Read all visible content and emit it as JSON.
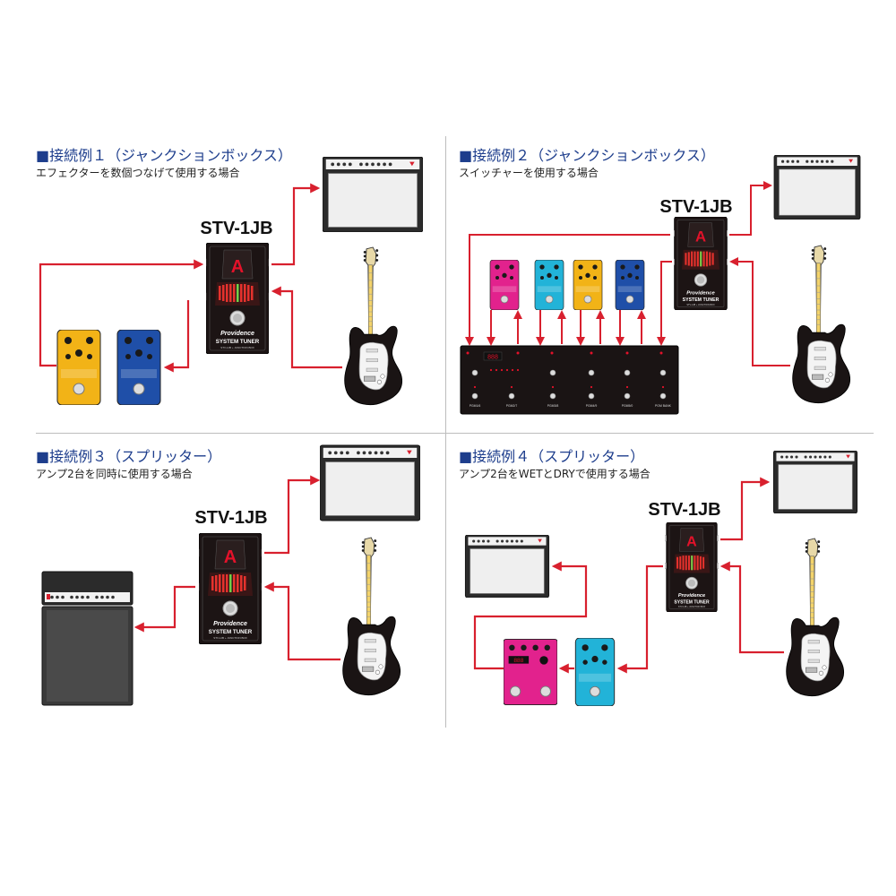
{
  "panels": [
    {
      "title": "■接続例１（ジャンクションボックス）",
      "subtitle": "エフェクターを数個つなげて使用する場合",
      "device_label": "STV-1JB"
    },
    {
      "title": "■接続例２（ジャンクションボックス）",
      "subtitle": "スイッチャーを使用する場合",
      "device_label": "STV-1JB"
    },
    {
      "title": "■接続例３（スプリッター）",
      "subtitle": "アンプ2台を同時に使用する場合",
      "device_label": "STV-1JB"
    },
    {
      "title": "■接続例４（スプリッター）",
      "subtitle": "アンプ2台をWETとDRYで使用する場合",
      "device_label": "STV-1JB"
    }
  ],
  "tuner": {
    "brand": "Providence",
    "model_line": "SYSTEM TUNER",
    "display_char": "A"
  },
  "switcher": {
    "display": "888",
    "footswitch_labels": [
      "PGM1/6",
      "PGM2/7",
      "PGM3/8",
      "PGM4/9",
      "PGM5/0",
      "PGM BANK"
    ]
  },
  "colors": {
    "cable": "#d8202e",
    "title_blue": "#1d3d8c",
    "pedal_yellow": "#f2b317",
    "pedal_blue": "#1f4fa8",
    "pedal_pink": "#e2228d",
    "pedal_cyan": "#22b3d8",
    "device_dark": "#1c1414"
  }
}
